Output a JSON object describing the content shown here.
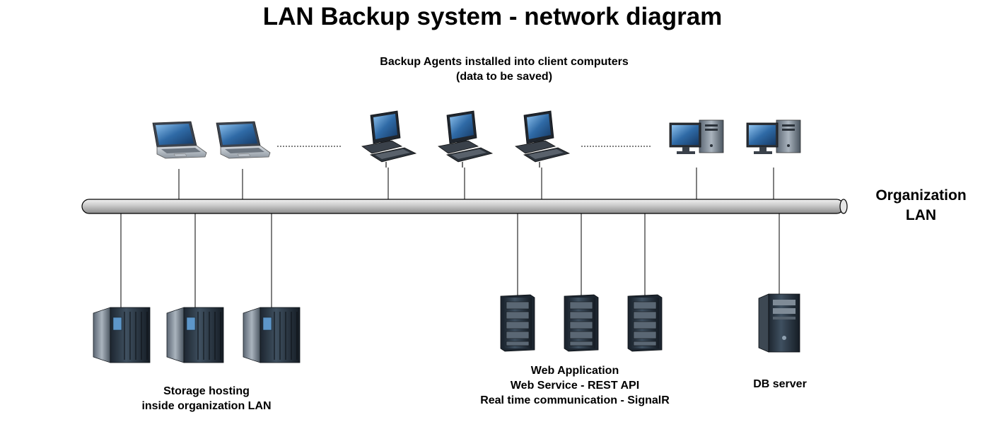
{
  "diagram": {
    "title": "LAN Backup system - network diagram",
    "clients_label": [
      "Backup Agents installed into client computers",
      "(data to be saved)"
    ],
    "lan_label": [
      "Organization",
      "LAN"
    ],
    "storage_label": [
      "Storage hosting",
      "inside organization LAN"
    ],
    "web_label": [
      "Web Application",
      "Web Service - REST API",
      "Real time communication - SignalR"
    ],
    "db_label": "DB server",
    "colors": {
      "bus_fill": "#c9c9c9",
      "bus_stroke": "#000000",
      "screen_blue": "#2f6aa6",
      "server_dark": "#2e3a47"
    },
    "nodes": {
      "laptops": [
        "laptop-icon",
        "laptop-icon"
      ],
      "desktops": [
        "desktop-computer-icon",
        "desktop-computer-icon",
        "desktop-computer-icon"
      ],
      "workstations": [
        "workstation-tower-icon",
        "workstation-tower-icon"
      ],
      "storage": [
        "storage-rack-icon",
        "storage-rack-icon",
        "storage-rack-icon"
      ],
      "web_servers": [
        "server-rack-icon",
        "server-rack-icon",
        "server-rack-icon"
      ],
      "db_server": "db-server-tower-icon"
    }
  }
}
